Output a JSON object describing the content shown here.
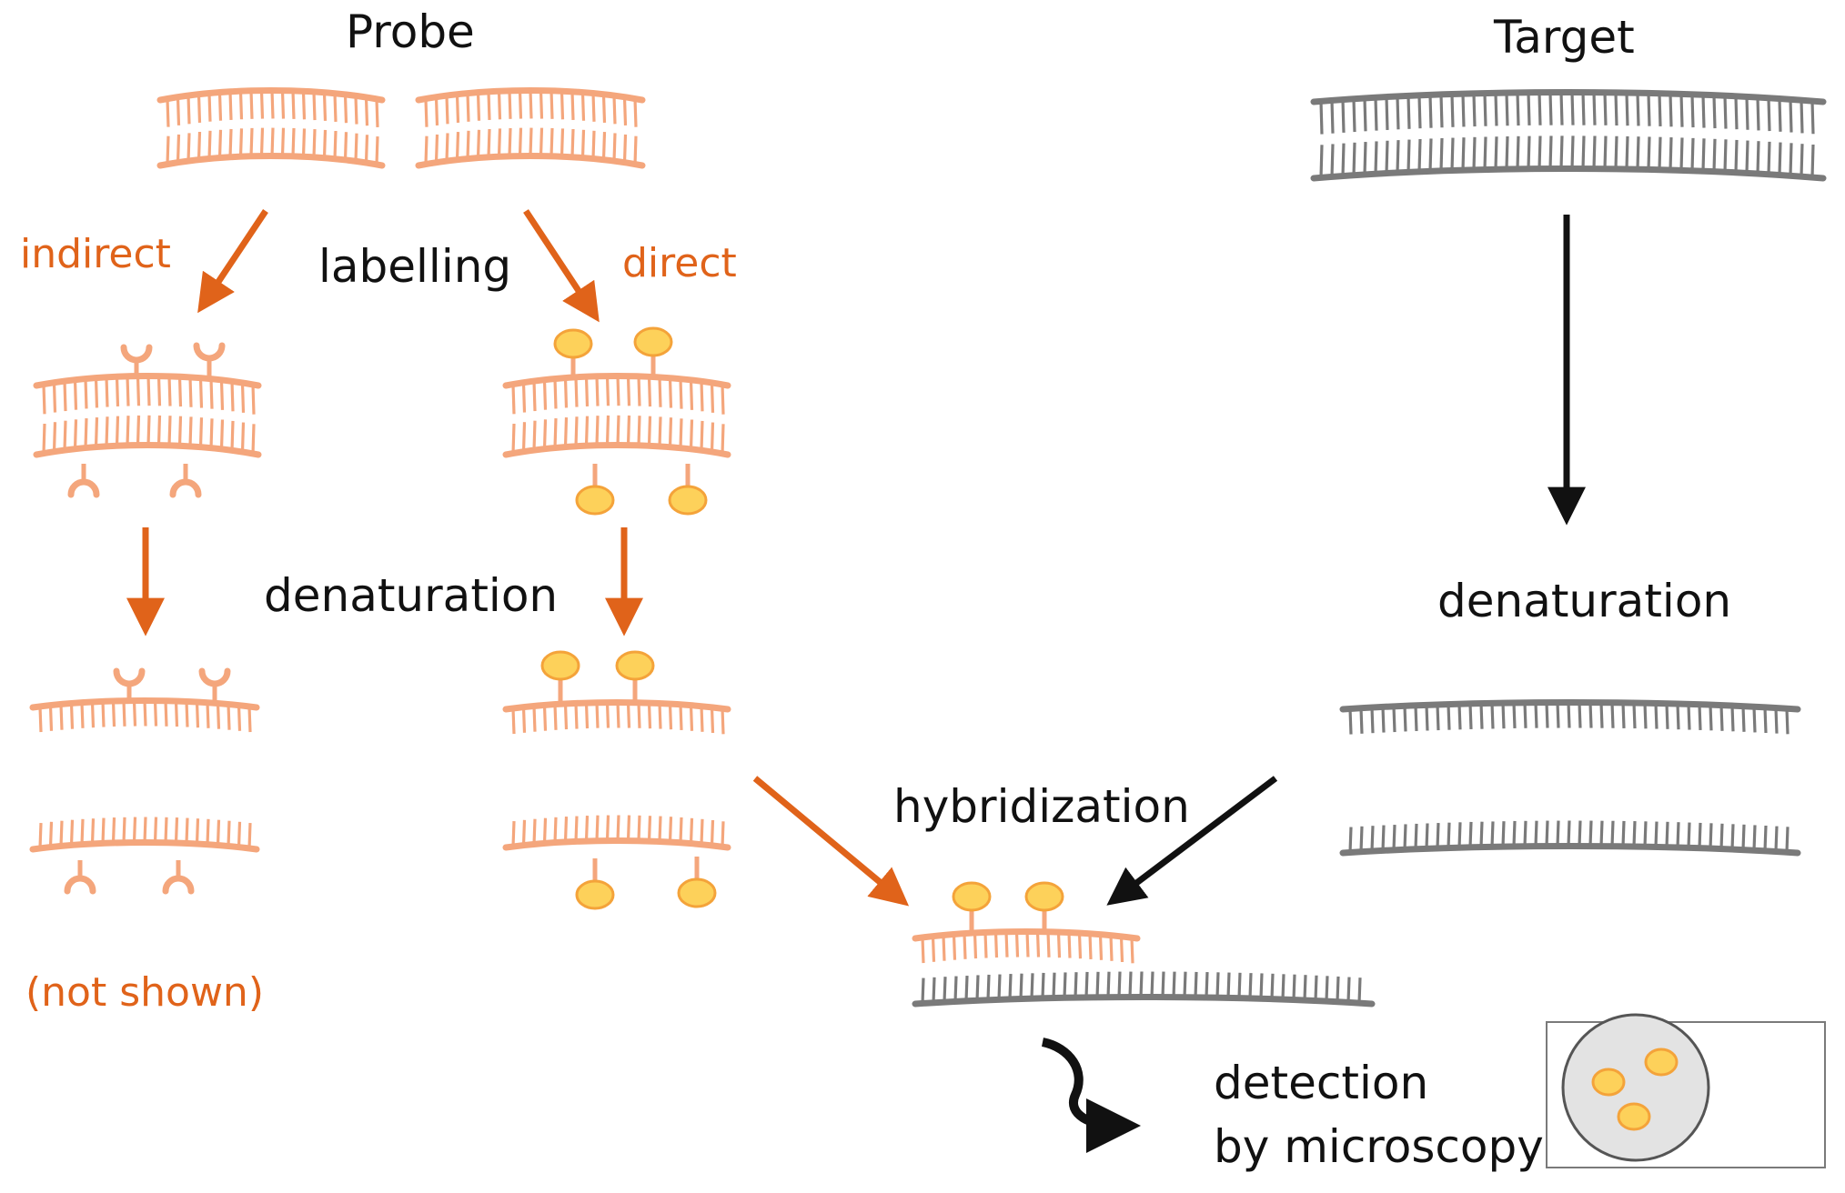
{
  "labels": {
    "probe": "Probe",
    "target": "Target",
    "labelling": "labelling",
    "indirect": "indirect",
    "direct": "direct",
    "denaturation_probe": "denaturation",
    "denaturation_target": "denaturation",
    "not_shown": "(not shown)",
    "hybridization": "hybridization",
    "detection_line1": "detection",
    "detection_line2": "by microscopy"
  },
  "colors": {
    "probe": "#f4a67c",
    "probe_arrow": "#e0631a",
    "target": "#7a7a7a",
    "label_fill": "#fdd15a",
    "label_stroke": "#f4a33a",
    "text": "#111111",
    "dish_fill": "#e3e3e3"
  },
  "icons": {
    "direct_label": "yellow-circle-fluorophore",
    "indirect_label": "hapten-cup"
  }
}
